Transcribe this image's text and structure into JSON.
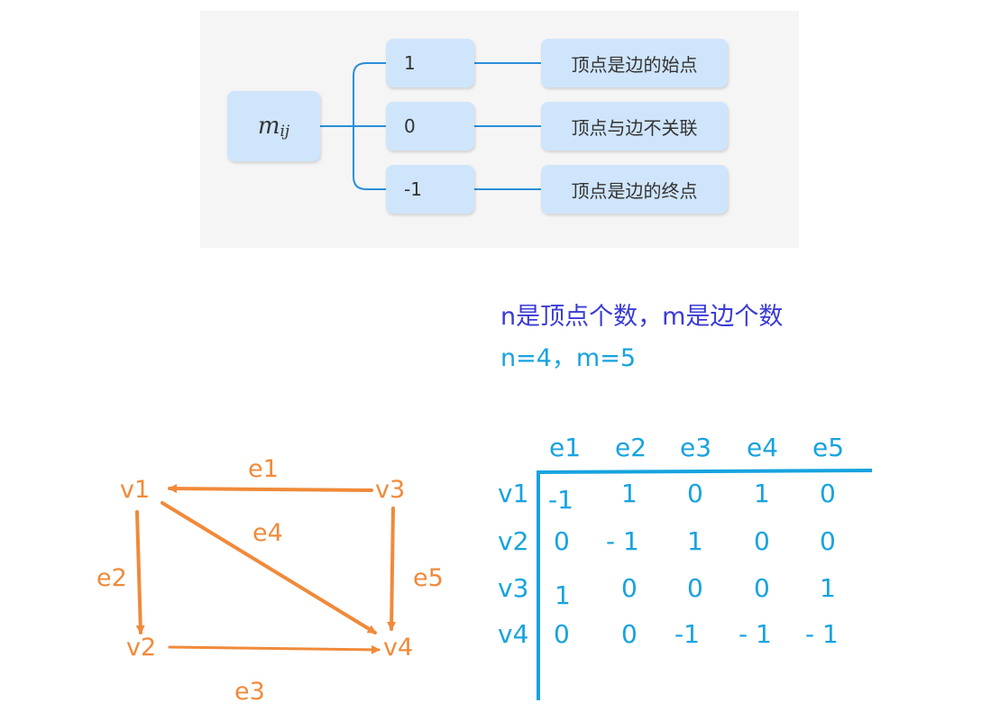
{
  "mindmap": {
    "root_var": "m",
    "root_sub": "ij",
    "branches": [
      {
        "value": "1",
        "desc": "顶点是边的始点"
      },
      {
        "value": "0",
        "desc": "顶点与边不关联"
      },
      {
        "value": "-1",
        "desc": "顶点是边的终点"
      }
    ]
  },
  "text": {
    "line1": "n是顶点个数，m是边个数",
    "line2": "n=4，m=5"
  },
  "graph": {
    "vertices": [
      "v1",
      "v2",
      "v3",
      "v4"
    ],
    "edges": [
      {
        "name": "e1",
        "from": "v3",
        "to": "v1"
      },
      {
        "name": "e2",
        "from": "v1",
        "to": "v2"
      },
      {
        "name": "e3",
        "from": "v2",
        "to": "v4"
      },
      {
        "name": "e4",
        "from": "v1",
        "to": "v4"
      },
      {
        "name": "e5",
        "from": "v3",
        "to": "v4"
      }
    ],
    "color": "#f08a3a"
  },
  "matrix": {
    "col_headers": [
      "e1",
      "e2",
      "e3",
      "e4",
      "e5"
    ],
    "row_headers": [
      "v1",
      "v2",
      "v3",
      "v4"
    ],
    "rows": [
      [
        "-1",
        "1",
        "0",
        "1",
        "0"
      ],
      [
        "0",
        "- 1",
        "1",
        "0",
        "0"
      ],
      [
        "1",
        "0",
        "0",
        "0",
        "1"
      ],
      [
        "0",
        "0",
        "-1",
        "- 1",
        "- 1"
      ]
    ],
    "color": "#17a3df"
  }
}
